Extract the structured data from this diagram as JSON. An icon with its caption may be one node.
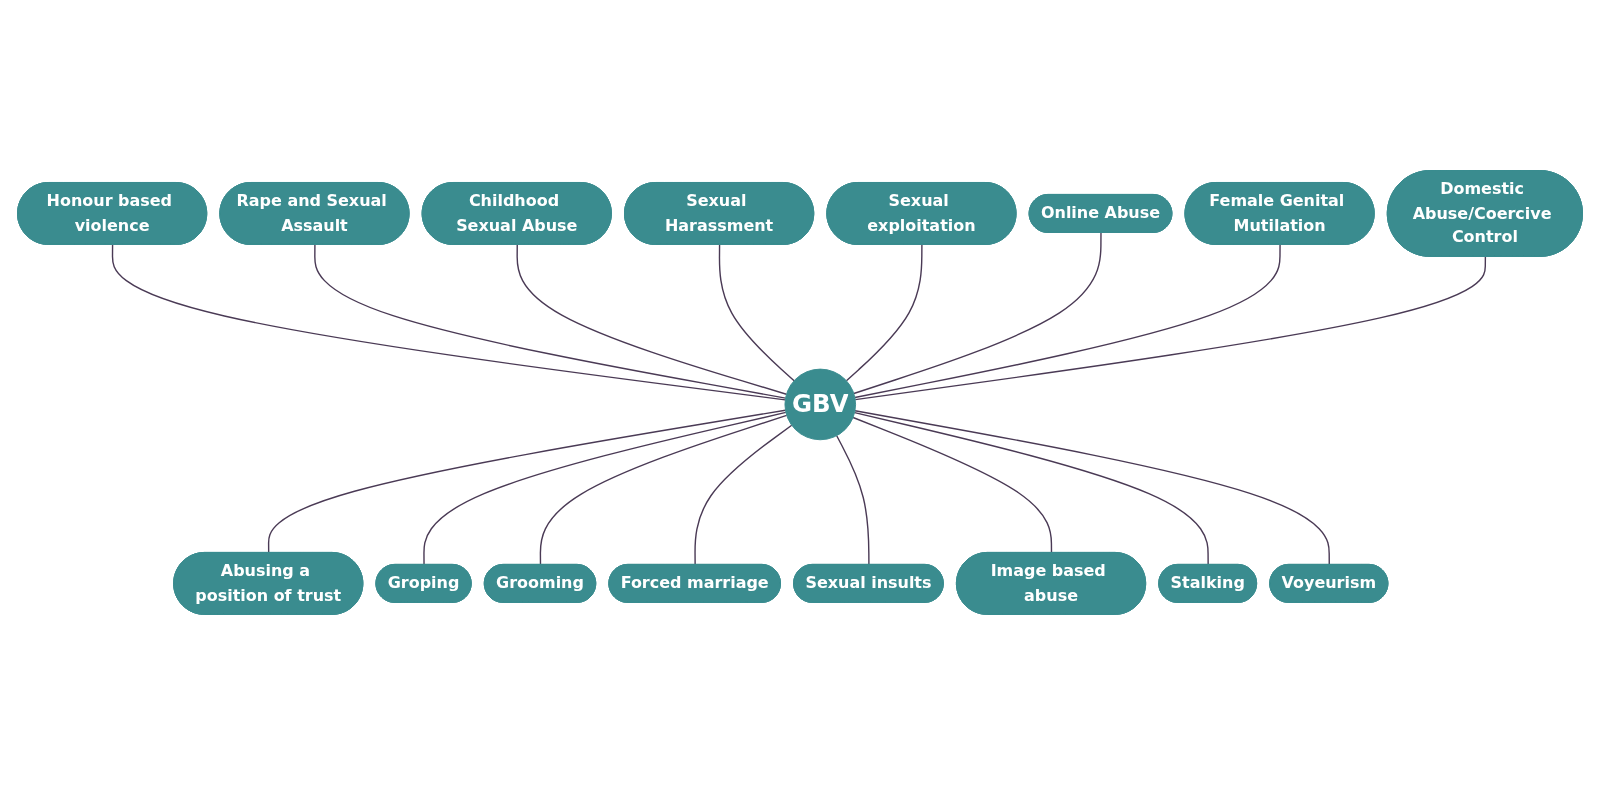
{
  "diagram": {
    "nodes": [
      {
        "text": [
          "GBV"
        ]
      },
      {
        "text": [
          "Honour based violence"
        ]
      },
      {
        "text": [
          "Rape and Sexual Assault"
        ]
      },
      {
        "text": [
          "Childhood Sexual Abuse"
        ]
      },
      {
        "text": [
          "Sexual Harassment"
        ]
      },
      {
        "text": [
          "Sexual exploitation"
        ]
      },
      {
        "text": [
          "Online Abuse"
        ]
      },
      {
        "text": [
          "Female Genital Mutilation"
        ]
      },
      {
        "text": [
          "Domestic Abuse/Coercive Control"
        ]
      },
      {
        "text": [
          "Abusing a position of trust"
        ]
      },
      {
        "text": [
          "Groping"
        ]
      },
      {
        "text": [
          "Grooming"
        ]
      },
      {
        "text": [
          "Forced marriage"
        ]
      },
      {
        "text": [
          "Sexual insults"
        ]
      },
      {
        "text": [
          "Image based abuse"
        ]
      },
      {
        "text": [
          "Stalking"
        ]
      },
      {
        "text": [
          "Voyeurism"
        ]
      }
    ],
    "edges": [
      {
        "from": 1,
        "to": 0,
        "arrow": "none"
      },
      {
        "from": 2,
        "to": 0,
        "arrow": "none"
      },
      {
        "from": 3,
        "to": 0,
        "arrow": "none"
      },
      {
        "from": 4,
        "to": 0,
        "arrow": "none"
      },
      {
        "from": 5,
        "to": 0,
        "arrow": "none"
      },
      {
        "from": 6,
        "to": 0,
        "arrow": "none"
      },
      {
        "from": 7,
        "to": 0,
        "arrow": "none"
      },
      {
        "from": 8,
        "to": 0,
        "arrow": "none"
      },
      {
        "from": 0,
        "to": 9,
        "arrow": "none"
      },
      {
        "from": 0,
        "to": 10,
        "arrow": "none"
      },
      {
        "from": 0,
        "to": 11,
        "arrow": "none"
      },
      {
        "from": 0,
        "to": 12,
        "arrow": "none"
      },
      {
        "from": 0,
        "to": 13,
        "arrow": "none"
      },
      {
        "from": 0,
        "to": 14,
        "arrow": "none"
      },
      {
        "from": 0,
        "to": 15,
        "arrow": "none"
      },
      {
        "from": 0,
        "to": 16,
        "arrow": "none"
      }
    ]
  }
}
